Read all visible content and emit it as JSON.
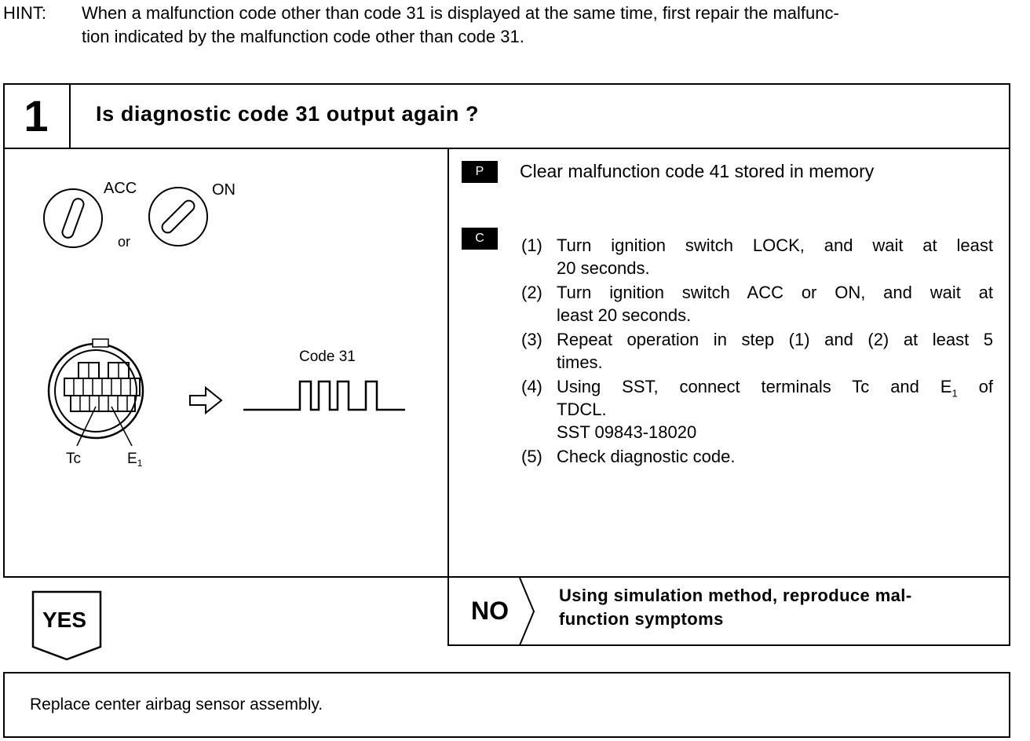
{
  "hint": {
    "label": "HINT:",
    "line1": "When a malfunction code other than code 31 is displayed at the same time, first repair the malfunc-",
    "line2": "tion indicated by the malfunction code other than code 31."
  },
  "step": {
    "number": "1",
    "question": "Is diagnostic code 31 output again ?"
  },
  "illustration": {
    "acc_label": "ACC",
    "on_label": "ON",
    "or_label": "or",
    "code_label": "Code 31",
    "tc_label": "Tc",
    "e1_label": "E",
    "e1_sub": "1"
  },
  "procedure": {
    "p_tag": "P",
    "p_text": "Clear malfunction code 41 stored in memory",
    "c_tag": "C",
    "steps": [
      {
        "num": "(1)",
        "line1": "Turn ignition switch  LOCK, and wait at least",
        "line2": "20 seconds."
      },
      {
        "num": "(2)",
        "line1": "Turn ignition switch  ACC or ON, and wait at",
        "line2": "least 20 seconds."
      },
      {
        "num": "(3)",
        "line1": "Repeat operation in step (1) and (2) at least 5",
        "line2": "times."
      },
      {
        "num": "(4)",
        "line1_pre": "Using SST, connect terminals Tc and E",
        "line1_sub": "1",
        "line1_post": " of",
        "line2": "TDCL.",
        "line3": "SST 09843-18020"
      },
      {
        "num": "(5)",
        "line1": "Check diagnostic code."
      }
    ]
  },
  "no_branch": {
    "label": "NO",
    "line1": "Using simulation method, reproduce mal-",
    "line2": "function symptoms"
  },
  "yes_branch": {
    "label": "YES",
    "action": "Replace center airbag sensor assembly."
  }
}
